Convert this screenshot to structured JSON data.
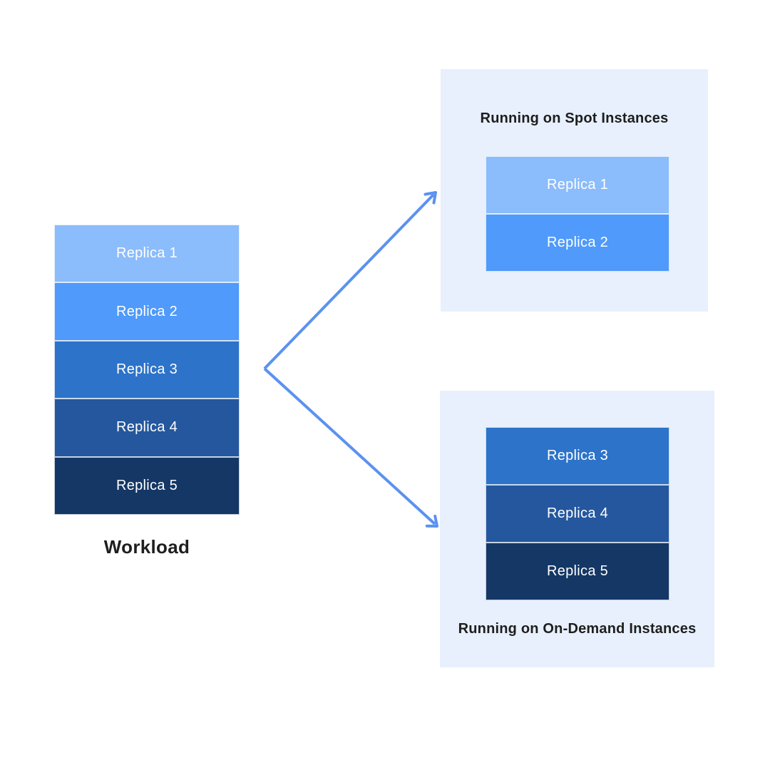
{
  "colors": {
    "background": "#FFFFFF",
    "panel_background": "#E7F0FC",
    "arrow": "#5B92F0",
    "title_text": "#1E1E1E",
    "replica_label_text": "#FFFFFF"
  },
  "workload": {
    "label": "Workload",
    "replicas": [
      {
        "label": "Replica 1",
        "color": "#8BBCFB"
      },
      {
        "label": "Replica 2",
        "color": "#4F9AFA"
      },
      {
        "label": "Replica 3",
        "color": "#2C73C9"
      },
      {
        "label": "Replica 4",
        "color": "#24579E"
      },
      {
        "label": "Replica 5",
        "color": "#143765"
      }
    ]
  },
  "spot_panel": {
    "title": "Running on Spot Instances",
    "replicas": [
      {
        "label": "Replica 1",
        "color": "#8BBCFB"
      },
      {
        "label": "Replica 2",
        "color": "#4F9AFA"
      }
    ]
  },
  "on_demand_panel": {
    "title": "Running on On-Demand Instances",
    "replicas": [
      {
        "label": "Replica 3",
        "color": "#2C73C9"
      },
      {
        "label": "Replica 4",
        "color": "#24579E"
      },
      {
        "label": "Replica 5",
        "color": "#143765"
      }
    ]
  }
}
